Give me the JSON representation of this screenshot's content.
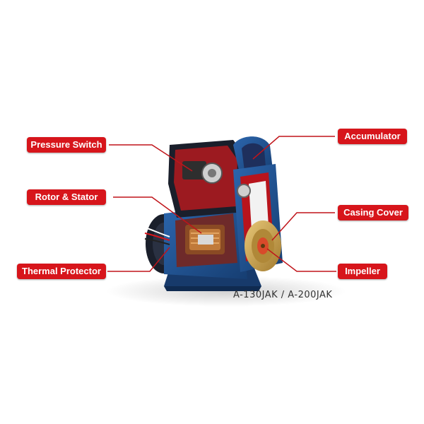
{
  "labels": {
    "pressure_switch": "Pressure Switch",
    "rotor_stator": "Rotor & Stator",
    "thermal_protector": "Thermal Protector",
    "accumulator": "Accumulator",
    "casing_cover": "Casing Cover",
    "impeller": "Impeller"
  },
  "model": "A-130JAK / A-200JAK",
  "colors": {
    "callout_bg": "#d7151b",
    "callout_text": "#ffffff",
    "leader_line": "#c0141a",
    "pump_body": "#1d4f8f",
    "pump_dark": "#1a1f2b",
    "cutaway_red": "#b8141c",
    "impeller_brass": "#c9a24a"
  }
}
